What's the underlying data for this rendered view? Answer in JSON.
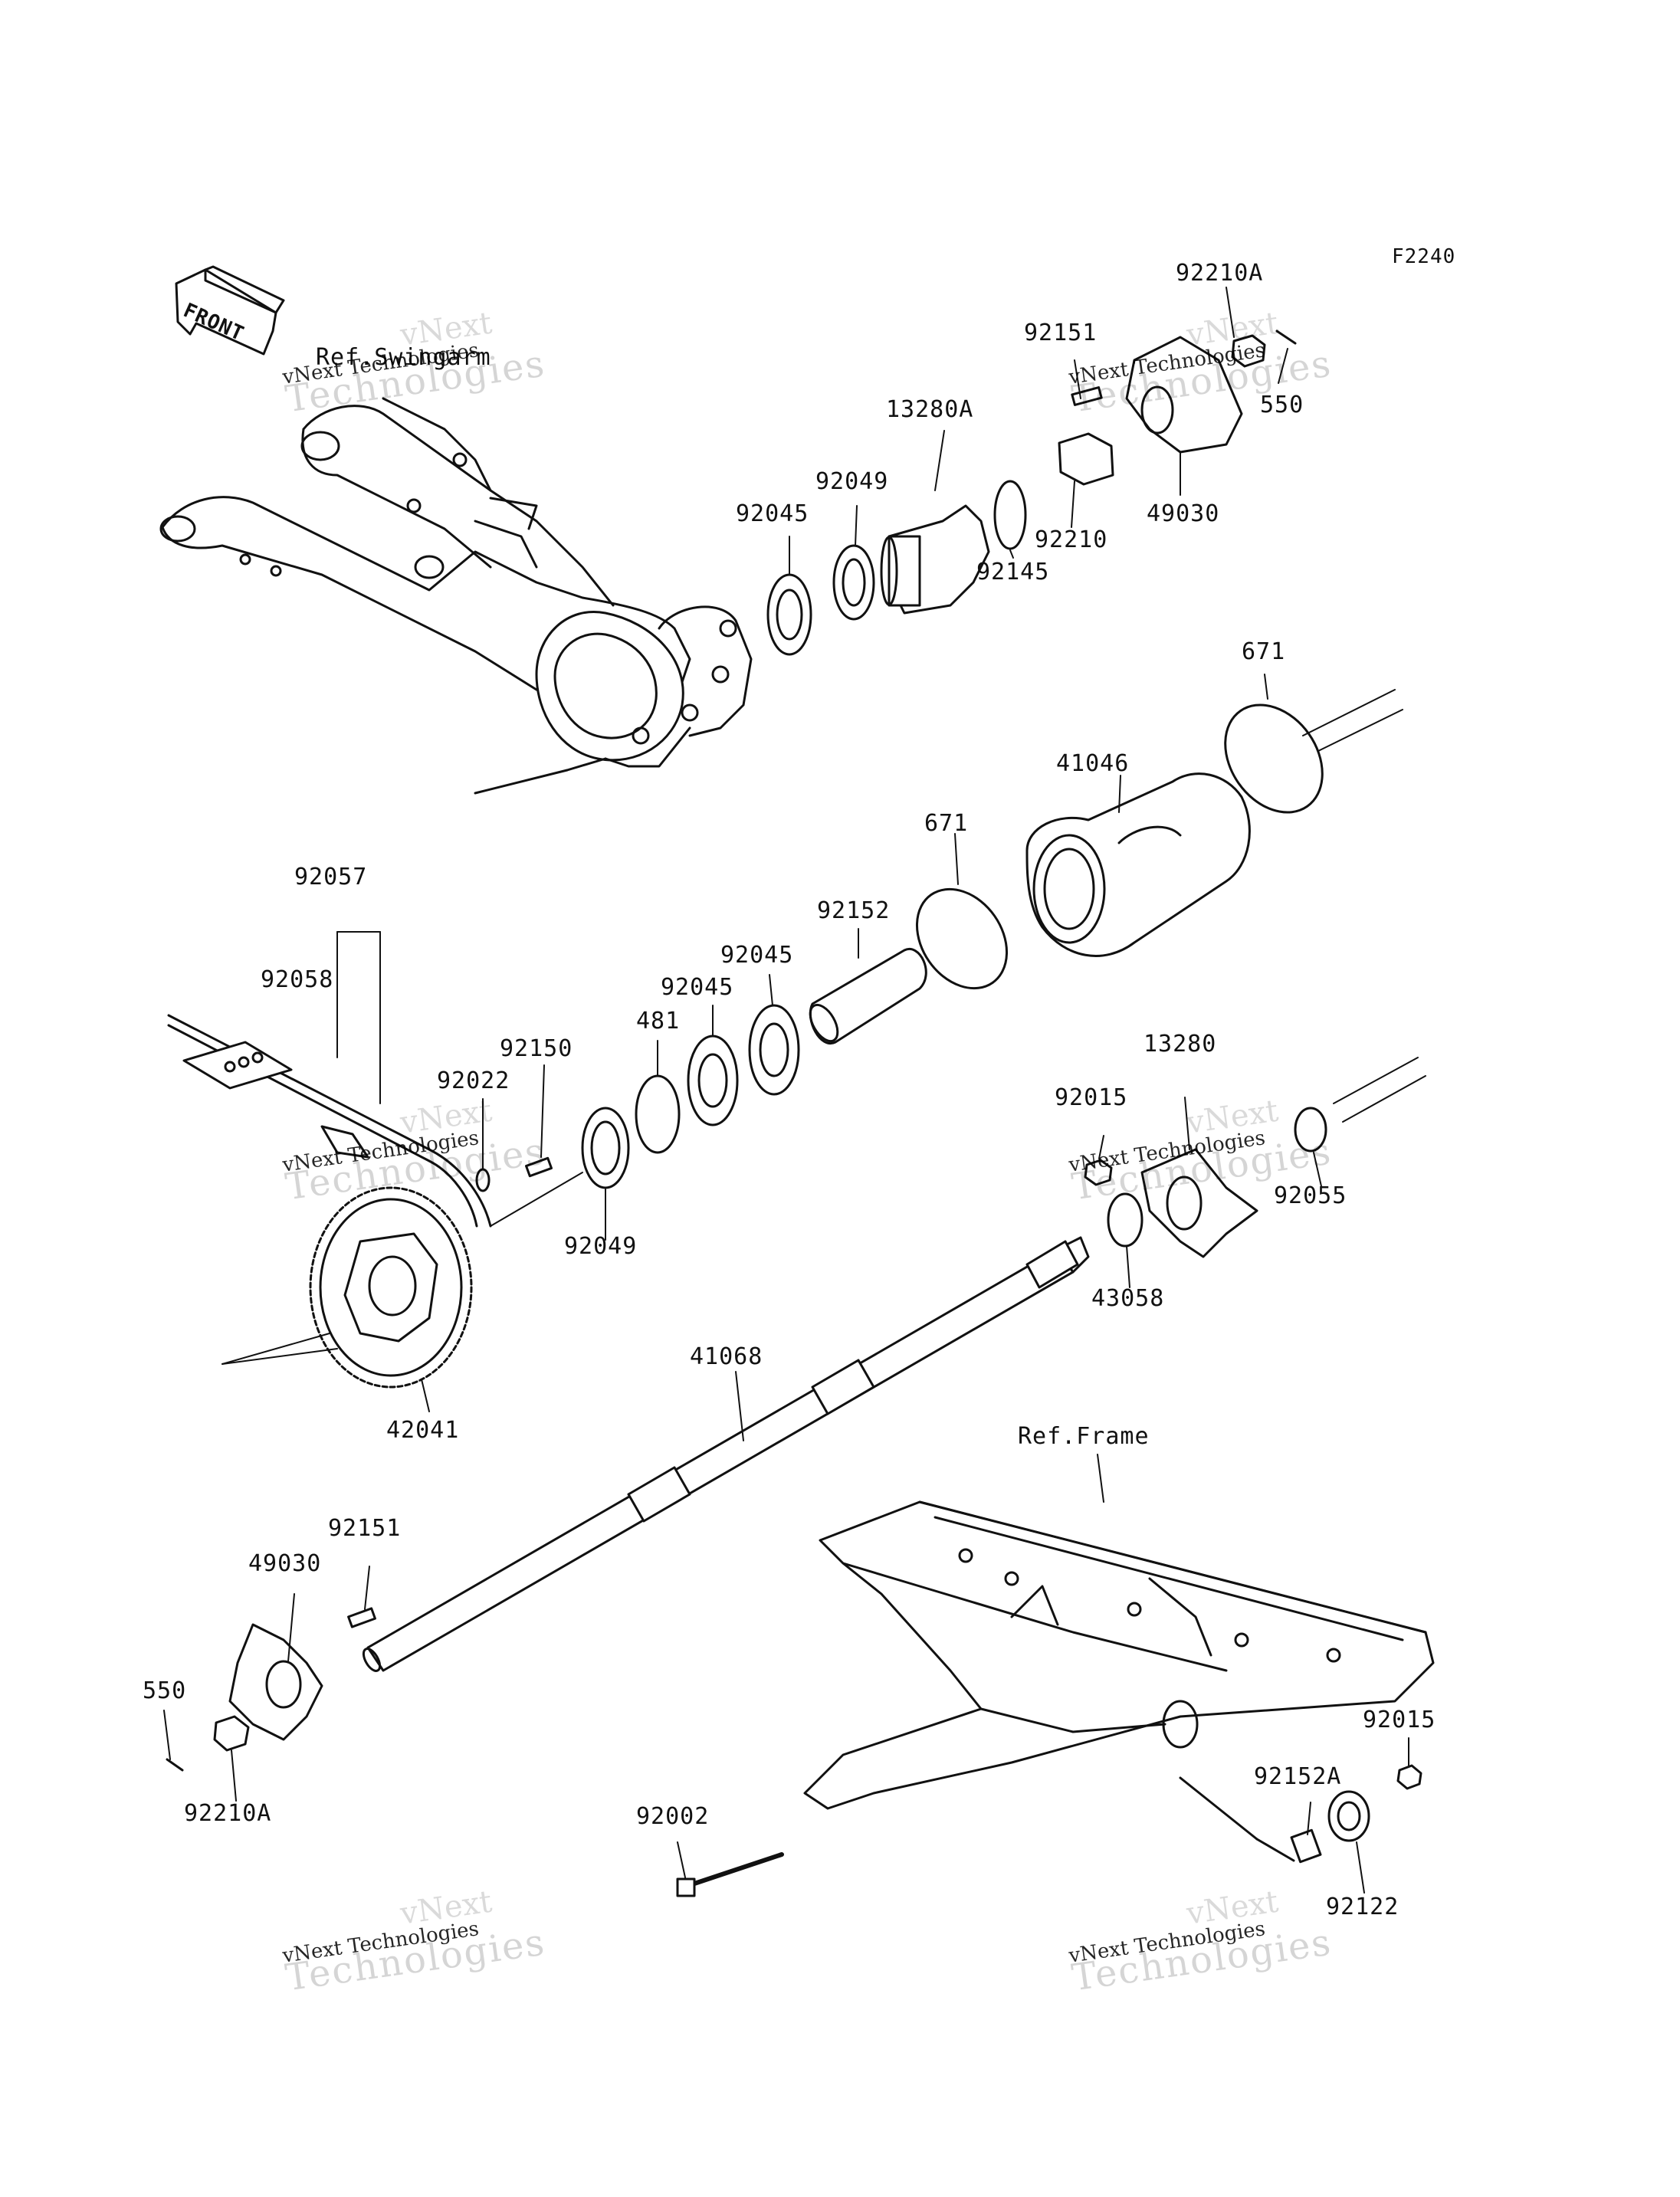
{
  "figure_code": "F2240",
  "front_label": "FRONT",
  "references": {
    "swingarm": "Ref.Swingarm",
    "frame": "Ref.Frame"
  },
  "watermark": {
    "line1": "vNext Technologies",
    "line2": "Technologies",
    "line3": "vNext"
  },
  "parts": {
    "p92210A_top": "92210A",
    "p92151_top": "92151",
    "p550_top": "550",
    "p13280A": "13280A",
    "p92049_top": "92049",
    "p92045_top": "92045",
    "p92145": "92145",
    "p92210": "92210",
    "p49030_top": "49030",
    "p671_right": "671",
    "p41046": "41046",
    "p671_mid": "671",
    "p92152": "92152",
    "p92045_mid_a": "92045",
    "p92045_mid_b": "92045",
    "p481": "481",
    "p92057": "92057",
    "p92058": "92058",
    "p92150": "92150",
    "p92022": "92022",
    "p92049_mid": "92049",
    "p13280": "13280",
    "p92015_top": "92015",
    "p92055": "92055",
    "p43058": "43058",
    "p42041": "42041",
    "p41068": "41068",
    "p92151_bottom": "92151",
    "p49030_bottom": "49030",
    "p550_bottom": "550",
    "p92210A_bottom": "92210A",
    "p92002": "92002",
    "p92015_bottom": "92015",
    "p92152A": "92152A",
    "p92122": "92122"
  }
}
